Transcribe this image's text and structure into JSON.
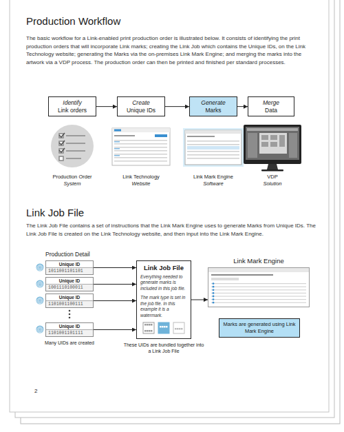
{
  "diagram": {
    "title": "Production Workflow",
    "nodes": [
      {
        "text": [
          "Identify",
          "Link orders"
        ]
      },
      {
        "text": [
          "Create",
          "Unique IDs"
        ]
      },
      {
        "text": [
          "Generate",
          "Marks"
        ]
      },
      {
        "text": [
          "Merge",
          "Data"
        ]
      },
      {
        "text": [
          "Unique ID",
          "1011001101101"
        ]
      },
      {
        "text": [
          "Unique ID",
          "1001110100011"
        ]
      },
      {
        "text": [
          "Unique ID",
          "1101001100111"
        ]
      },
      {
        "text": [
          "Unique ID",
          "1101001101111"
        ]
      },
      {
        "text": [
          "Link Job File",
          "Everything needed to generate marks is included in this job file.",
          "The mark type is set in the job file. In this example it is a watermark."
        ]
      },
      {
        "text": [
          "Link Mark Engine"
        ]
      },
      {
        "text": [
          "Marks are generated using Link Mark Engine"
        ]
      }
    ],
    "edges": [
      {
        "from": 0,
        "to": 1,
        "arrow": "to"
      },
      {
        "from": 1,
        "to": 2,
        "arrow": "to"
      },
      {
        "from": 2,
        "to": 3,
        "arrow": "to"
      },
      {
        "from": 4,
        "to": 8,
        "arrow": "to"
      },
      {
        "from": 5,
        "to": 8,
        "arrow": "to"
      },
      {
        "from": 6,
        "to": 8,
        "arrow": "to"
      },
      {
        "from": 7,
        "to": 8,
        "arrow": "to"
      },
      {
        "from": 8,
        "to": 9,
        "arrow": "to"
      }
    ],
    "labels": [
      "The basic workflow for a Link-enabled print production order is illustrated below. It consists of identifying the print production orders that will incorporate Link marks; creating the Link Job which contains the Unique IDs, on the Link Technology website; generating the Marks via the on-premises Link Mark Engine; and merging the marks into the artwork via a VDP process. The production order can then be printed and finished per standard processes.",
      "Production Order",
      "System",
      "Link Technology",
      "Website",
      "Link Mark Engine",
      "Software",
      "VDP",
      "Solution",
      "Link Job File",
      "The Link Job File contains a set of instructions that the Link Mark Engine uses to generate Marks from Unique IDs. The Link Job File is created on the Link Technology website, and then input into the Link Mark Engine.",
      "Production Detail",
      "Many UIDs are created",
      "These UIDs are bundled together into a Link Job File",
      "2"
    ]
  }
}
